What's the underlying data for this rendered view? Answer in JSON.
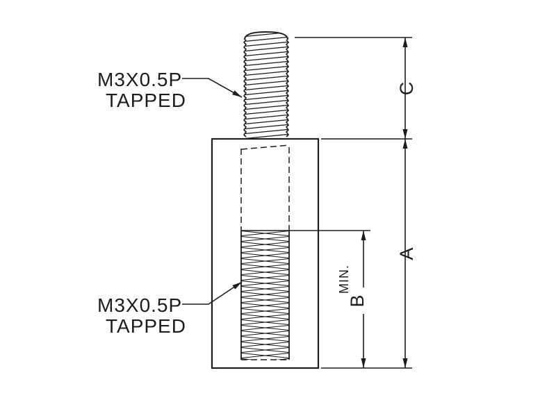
{
  "drawing": {
    "type": "mechanical-part-drawing",
    "part": "male-female threaded standoff section view",
    "background_color": "#ffffff",
    "line_color": "#1c1c1c",
    "thread_spec": "M3X0.5P",
    "callouts": {
      "top": {
        "line1": "M3X0.5P",
        "line2": "TAPPED"
      },
      "bottom": {
        "line1": "M3X0.5P",
        "line2": "TAPPED"
      }
    },
    "dimensions": {
      "overall_length": "A",
      "thread_depth": "B",
      "stud_length": "C",
      "min_label": "MIN."
    }
  }
}
